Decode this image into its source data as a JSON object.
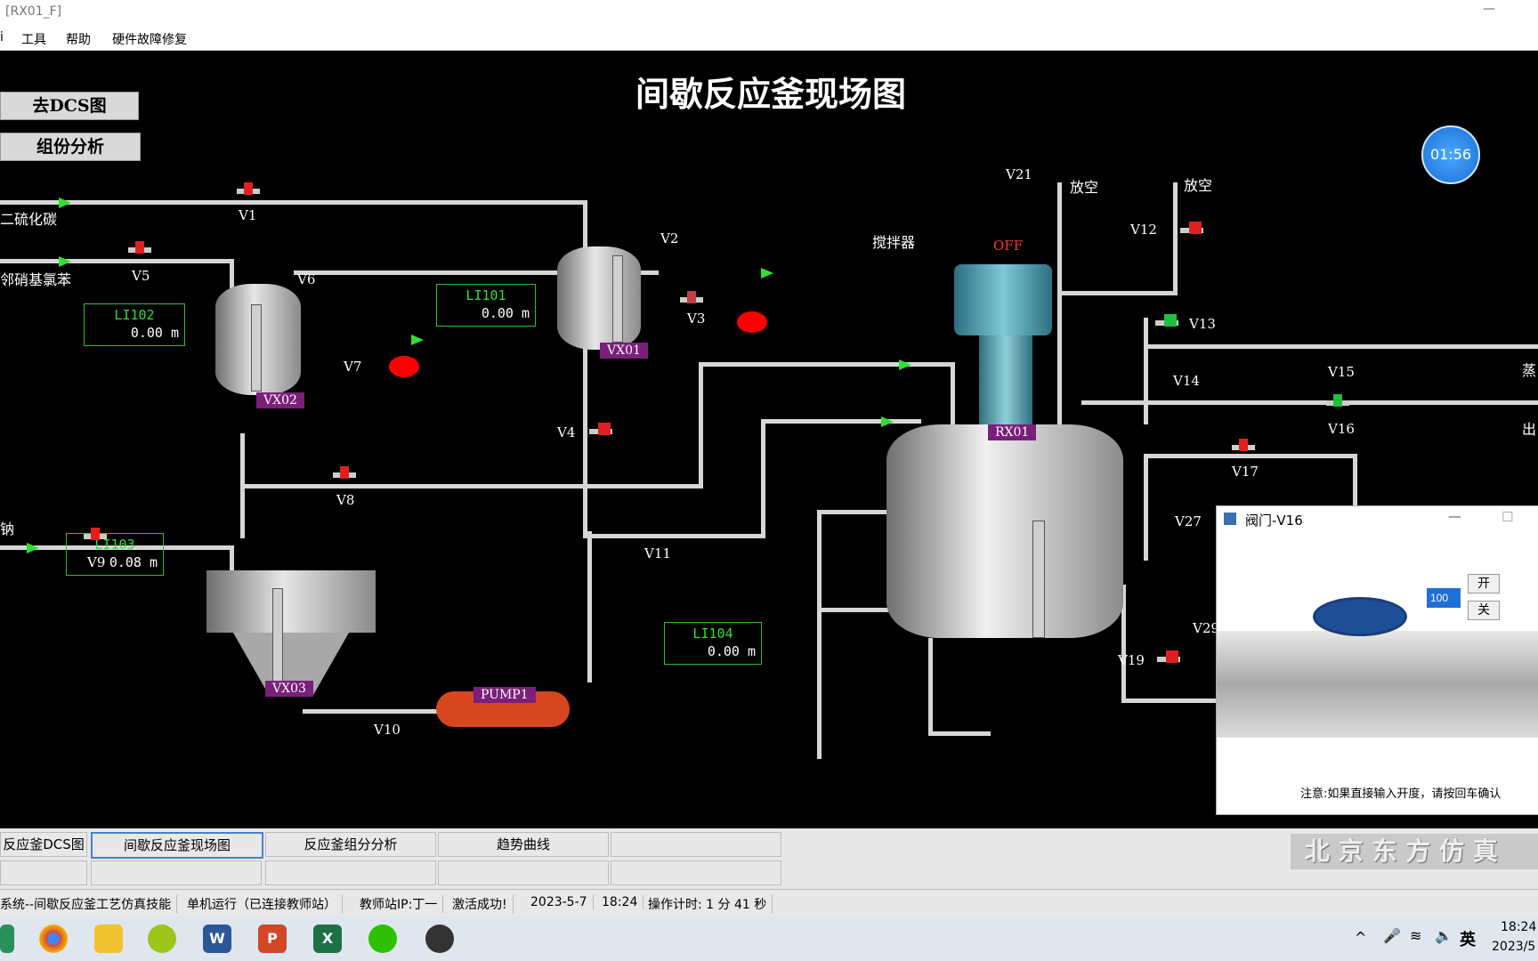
{
  "window": {
    "title": "[RX01_F]"
  },
  "menu": {
    "items": [
      "工具",
      "帮助",
      "硬件故障修复"
    ],
    "partial": "i"
  },
  "scada": {
    "title": "间歇反应釜现场图",
    "nav_dcs": "去DCS图",
    "nav_analysis": "组份分析",
    "timer": "01:56",
    "feeds": {
      "cs2": "二硫化碳",
      "onb": "邻硝基氯苯",
      "na": "钠",
      "steam": "蒸",
      "out": "出"
    },
    "vent1": "放空",
    "vent2": "放空",
    "stirrer": "搅拌器",
    "stirrer_state": "OFF",
    "gauges": [
      {
        "name": "LI102",
        "value": "0.00",
        "unit": "m"
      },
      {
        "name": "LI101",
        "value": "0.00",
        "unit": "m"
      },
      {
        "name": "LI103",
        "value": "0.08",
        "unit": "m"
      },
      {
        "name": "LI104",
        "value": "0.00",
        "unit": "m"
      }
    ],
    "tags": [
      "VX02",
      "VX01",
      "VX03",
      "PUMP1",
      "RX01"
    ],
    "valves": [
      "V1",
      "V2",
      "V3",
      "V4",
      "V5",
      "V6",
      "V7",
      "V8",
      "V9",
      "V10",
      "V11",
      "V12",
      "V13",
      "V14",
      "V15",
      "V16",
      "V17",
      "V19",
      "V21",
      "V27",
      "V29"
    ]
  },
  "dialog": {
    "title": "阀门-V16",
    "input_value": "100",
    "open_label": "开",
    "close_label": "关",
    "note": "注意:如果直接输入开度，请按回车确认"
  },
  "tabs": {
    "row1": [
      "反应釜DCS图",
      "间歇反应釜现场图",
      "反应釜组分分析",
      "趋势曲线",
      ""
    ],
    "active": "间歇反应釜现场图"
  },
  "brand": "北 京 东 方 仿 真",
  "status": {
    "system": "系统--间歇反应釜工艺仿真技能",
    "mode": "单机运行（已连接教师站）",
    "teacher": "教师站IP:丁一",
    "activation": "激活成功!",
    "date": "2023-5-7",
    "time": "18:24",
    "op_timer": "操作计时: 1 分 41 秒"
  },
  "taskbar": {
    "ime": "英",
    "clock_time": "18:24",
    "clock_date": "2023/5"
  },
  "colors": {
    "pipe": "#d6d6d6",
    "flow_arrow": "#2fe02f",
    "tag_bg": "#7a1f7a",
    "valve_red": "#e02020"
  }
}
